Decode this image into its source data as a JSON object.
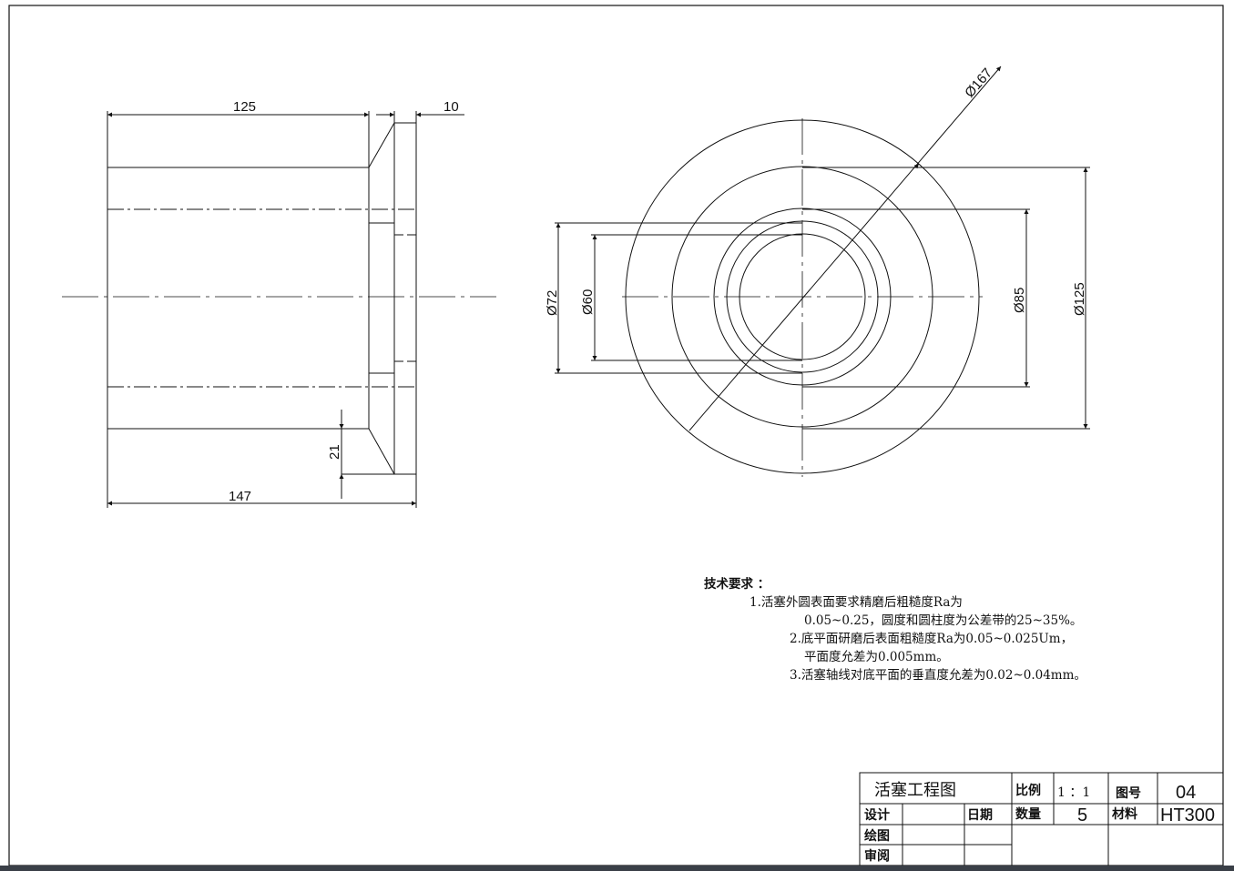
{
  "drawing": {
    "side_view": {
      "dimensions": {
        "length_body": "125",
        "length_flange": "10",
        "length_total": "147",
        "chamfer": "21"
      }
    },
    "front_view": {
      "dimensions": {
        "d_outer_flange": "Ø167",
        "d_body": "Ø125",
        "d_85": "Ø85",
        "d_72": "Ø72",
        "d_60": "Ø60"
      }
    },
    "notes": {
      "heading": "技术要求  ：",
      "lines": [
        "1.活塞外圆表面要求精磨后粗糙度Ra为",
        "0.05~0.25，圆度和圆柱度为公差带的25~35%。",
        "2.底平面研磨后表面粗糙度Ra为0.05~0.025Um，",
        "平面度允差为0.005mm。",
        "3.活塞轴线对底平面的垂直度允差为0.02~0.04mm。"
      ]
    },
    "title_block": {
      "title": "活塞工程图",
      "scale_label": "比例",
      "scale_value": "1 ：1",
      "drawing_no_label": "图号",
      "drawing_no_value": "04",
      "design_label": "设计",
      "date_label": "日期",
      "quantity_label": "数量",
      "quantity_value": "5",
      "material_label": "材料",
      "material_value": "HT300",
      "drawn_label": "绘图",
      "review_label": "审阅"
    }
  }
}
